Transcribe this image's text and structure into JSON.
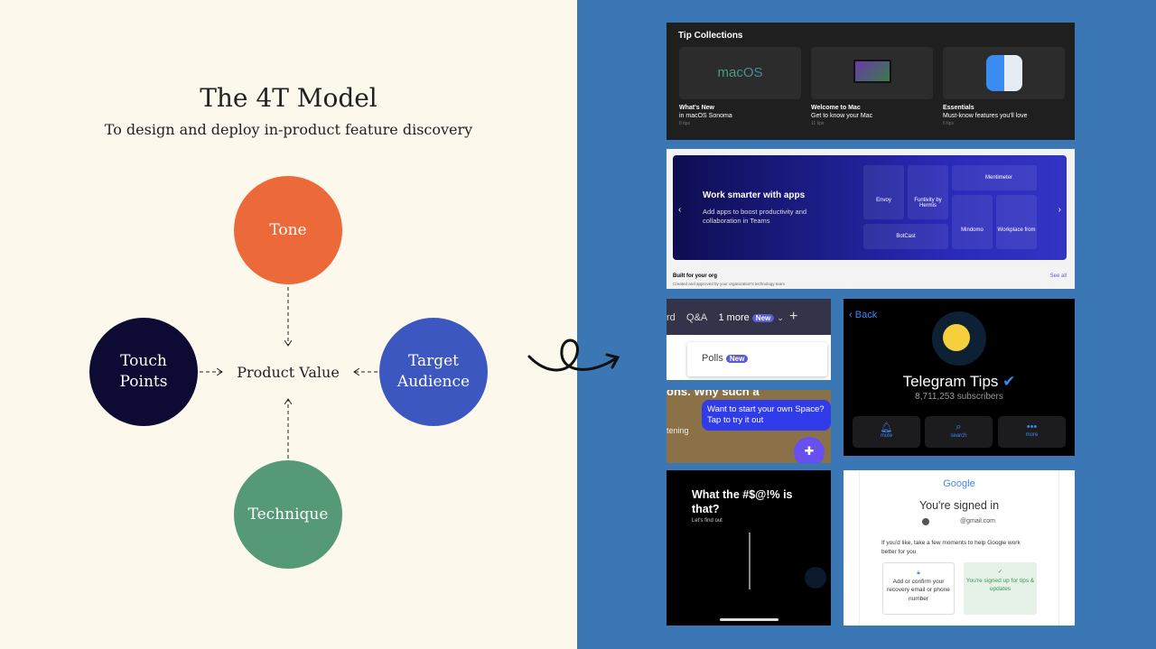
{
  "diagram": {
    "title": "The 4T Model",
    "subtitle": "To design and deploy in-product feature discovery",
    "center": "Product Value",
    "nodes": [
      {
        "label": "Tone",
        "color": "#ec6a3a"
      },
      {
        "label": "Touch\nPoints",
        "color": "#0d0b33"
      },
      {
        "label": "Target\nAudience",
        "color": "#3d57c0"
      },
      {
        "label": "Technique",
        "color": "#559977"
      }
    ]
  },
  "colors": {
    "left_bg": "#fdf8ec",
    "right_bg": "#3b77b4"
  },
  "examples": {
    "tip_collections": {
      "heading": "Tip Collections",
      "tiles": [
        {
          "image_text": "macOS",
          "title": "What's New",
          "subtitle": "in macOS Sonoma",
          "count": "8 tips"
        },
        {
          "image_text": "",
          "title": "Welcome to Mac",
          "subtitle": "Get to know your Mac",
          "count": "11 tips"
        },
        {
          "image_text": "",
          "title": "Essentials",
          "subtitle": "Must-know features you'll love",
          "count": "6 tips"
        }
      ]
    },
    "teams": {
      "heading": "Work smarter with apps",
      "body": "Add apps to boost productivity and collaboration in Teams",
      "apps": [
        "Envoy",
        "Funtivity by Hermis",
        "Mentimeter",
        "BotCast",
        "Mindomo",
        "Workplace from"
      ],
      "section": "Built for your org",
      "section_sub": "Created and approved by your organization's technology team",
      "see_all": "See all"
    },
    "polls": {
      "tabs": [
        "rd",
        "Q&A",
        "1 more"
      ],
      "new_badge": "New",
      "menu_item": "Polls",
      "bg_text": "ons. Why such a",
      "side_text": "tening",
      "tooltip": "Want to start your own Space? Tap to try it out"
    },
    "telegram": {
      "back": "Back",
      "name": "Telegram Tips",
      "subscribers": "8,711,253 subscribers",
      "buttons": [
        "mute",
        "search",
        "more"
      ]
    },
    "black": {
      "heading": "What the #$@!% is that?",
      "sub": "Let's find out"
    },
    "google": {
      "logo": "Google",
      "heading": "You're signed in",
      "email": "@gmail.com",
      "prompt": "If you'd like, take a few moments to help Google work better for you",
      "option1": "Add or confirm your recovery email or phone number",
      "option2": "You're signed up for tips & updates"
    }
  }
}
